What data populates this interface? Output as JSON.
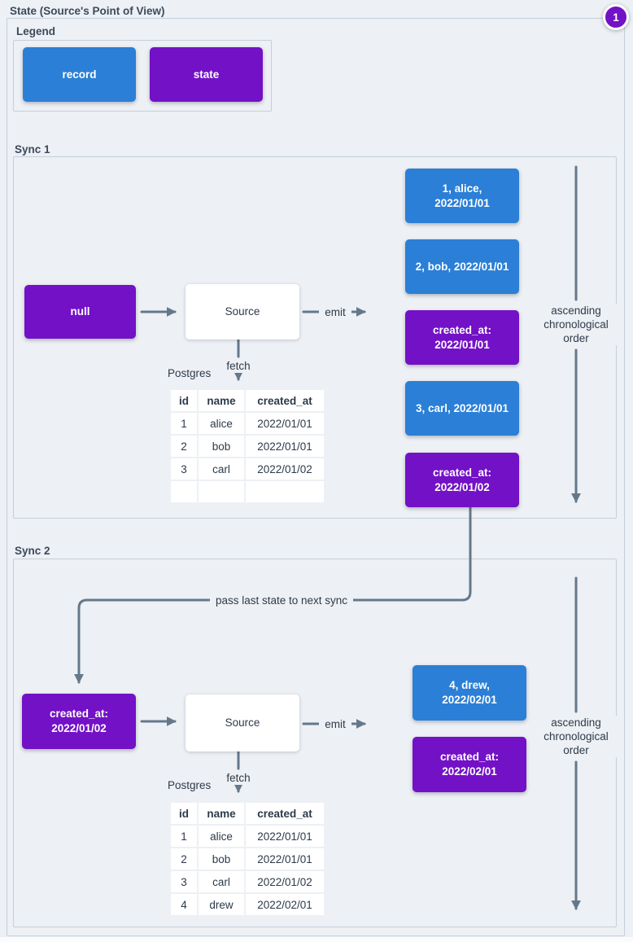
{
  "page": {
    "title": "State (Source's Point of View)",
    "badge": "1"
  },
  "colors": {
    "record": "#2b7fd6",
    "state": "#7311c6",
    "arrow": "#64788c",
    "background": "#edf0f4",
    "border": "#c5cfd9"
  },
  "legend": {
    "label": "Legend",
    "record_label": "record",
    "state_label": "state"
  },
  "connector": {
    "label": "pass last state to next sync"
  },
  "sync1": {
    "label": "Sync 1",
    "input_state": "null",
    "source_label": "Source",
    "emit_label": "emit",
    "fetch_label": "fetch",
    "db_label": "Postgres",
    "order_label": "ascending chronological order",
    "emitted": [
      {
        "type": "record",
        "label": "1, alice, 2022/01/01"
      },
      {
        "type": "record",
        "label": "2, bob, 2022/01/01"
      },
      {
        "type": "state",
        "label": "created_at: 2022/01/01"
      },
      {
        "type": "record",
        "label": "3, carl, 2022/01/01"
      },
      {
        "type": "state",
        "label": "created_at: 2022/01/02"
      }
    ],
    "table": {
      "headers": [
        "id",
        "name",
        "created_at"
      ],
      "rows": [
        [
          "1",
          "alice",
          "2022/01/01"
        ],
        [
          "2",
          "bob",
          "2022/01/01"
        ],
        [
          "3",
          "carl",
          "2022/01/02"
        ],
        [
          "",
          "",
          ""
        ]
      ]
    }
  },
  "sync2": {
    "label": "Sync 2",
    "input_state": "created_at: 2022/01/02",
    "source_label": "Source",
    "emit_label": "emit",
    "fetch_label": "fetch",
    "db_label": "Postgres",
    "order_label": "ascending chronological order",
    "emitted": [
      {
        "type": "record",
        "label": "4, drew, 2022/02/01"
      },
      {
        "type": "state",
        "label": "created_at: 2022/02/01"
      }
    ],
    "table": {
      "headers": [
        "id",
        "name",
        "created_at"
      ],
      "rows": [
        [
          "1",
          "alice",
          "2022/01/01"
        ],
        [
          "2",
          "bob",
          "2022/01/01"
        ],
        [
          "3",
          "carl",
          "2022/01/02"
        ],
        [
          "4",
          "drew",
          "2022/02/01"
        ]
      ]
    }
  }
}
